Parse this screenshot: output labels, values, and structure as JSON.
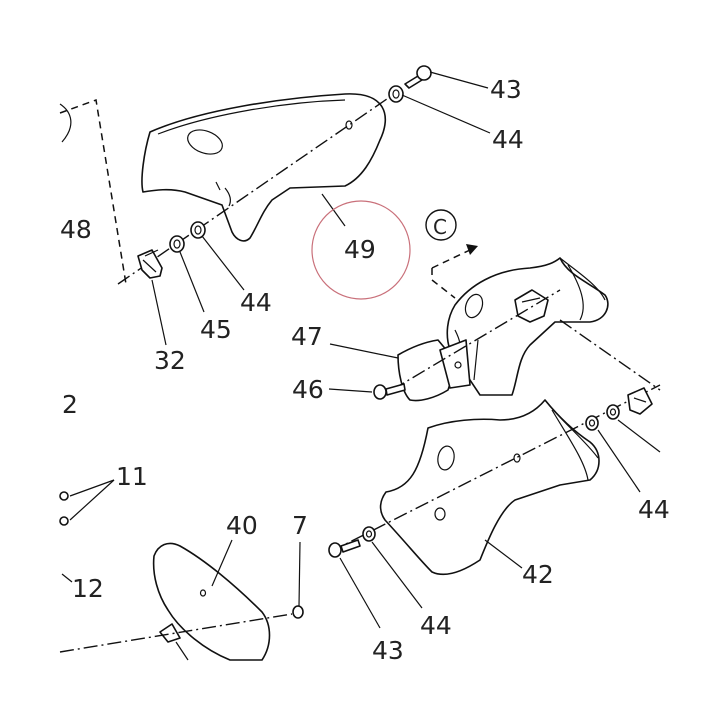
{
  "labels": {
    "p43_top": "43",
    "p44_top": "44",
    "p48": "48",
    "p49": "49",
    "p44_mid": "44",
    "p45": "45",
    "p32": "32",
    "view_c": "C",
    "p47": "47",
    "p46": "46",
    "p2": "2",
    "p11": "11",
    "p12": "12",
    "p40": "40",
    "p7": "7",
    "p42": "42",
    "p44_bottom": "44",
    "p43_bottom": "43",
    "p44_right": "44"
  },
  "colors": {
    "line": "#111111",
    "highlight_circle": "#c9707a"
  }
}
